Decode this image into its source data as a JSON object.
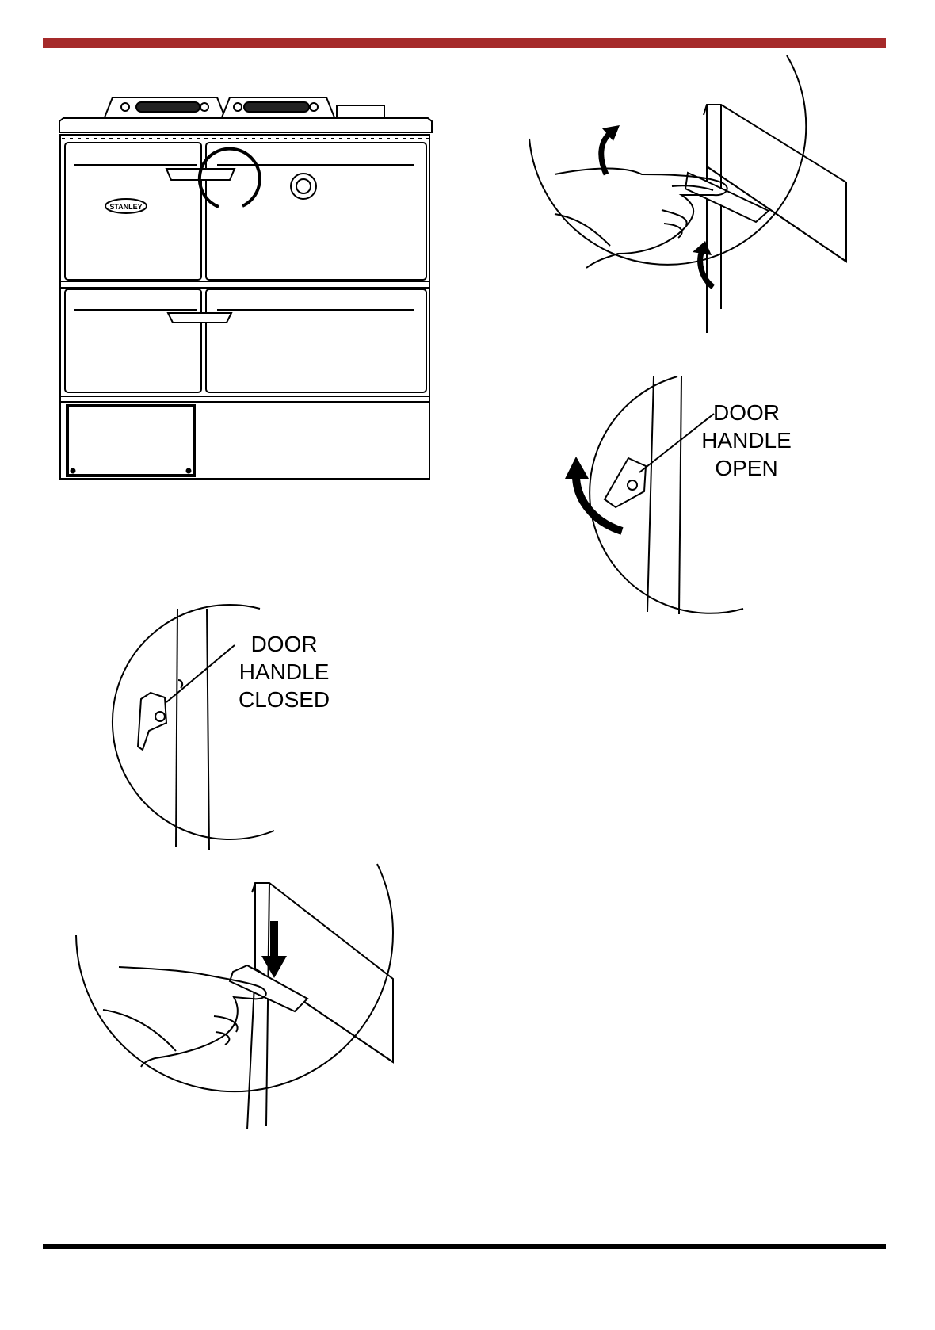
{
  "colors": {
    "header_rule": "#a52a2a",
    "footer_rule": "#000000",
    "line_art": "#000000"
  },
  "cooker": {
    "badge_text": "STANLEY"
  },
  "captions": {
    "handle_open": [
      "DOOR",
      "HANDLE",
      "OPEN"
    ],
    "handle_closed": [
      "DOOR",
      "HANDLE",
      "CLOSED"
    ]
  }
}
